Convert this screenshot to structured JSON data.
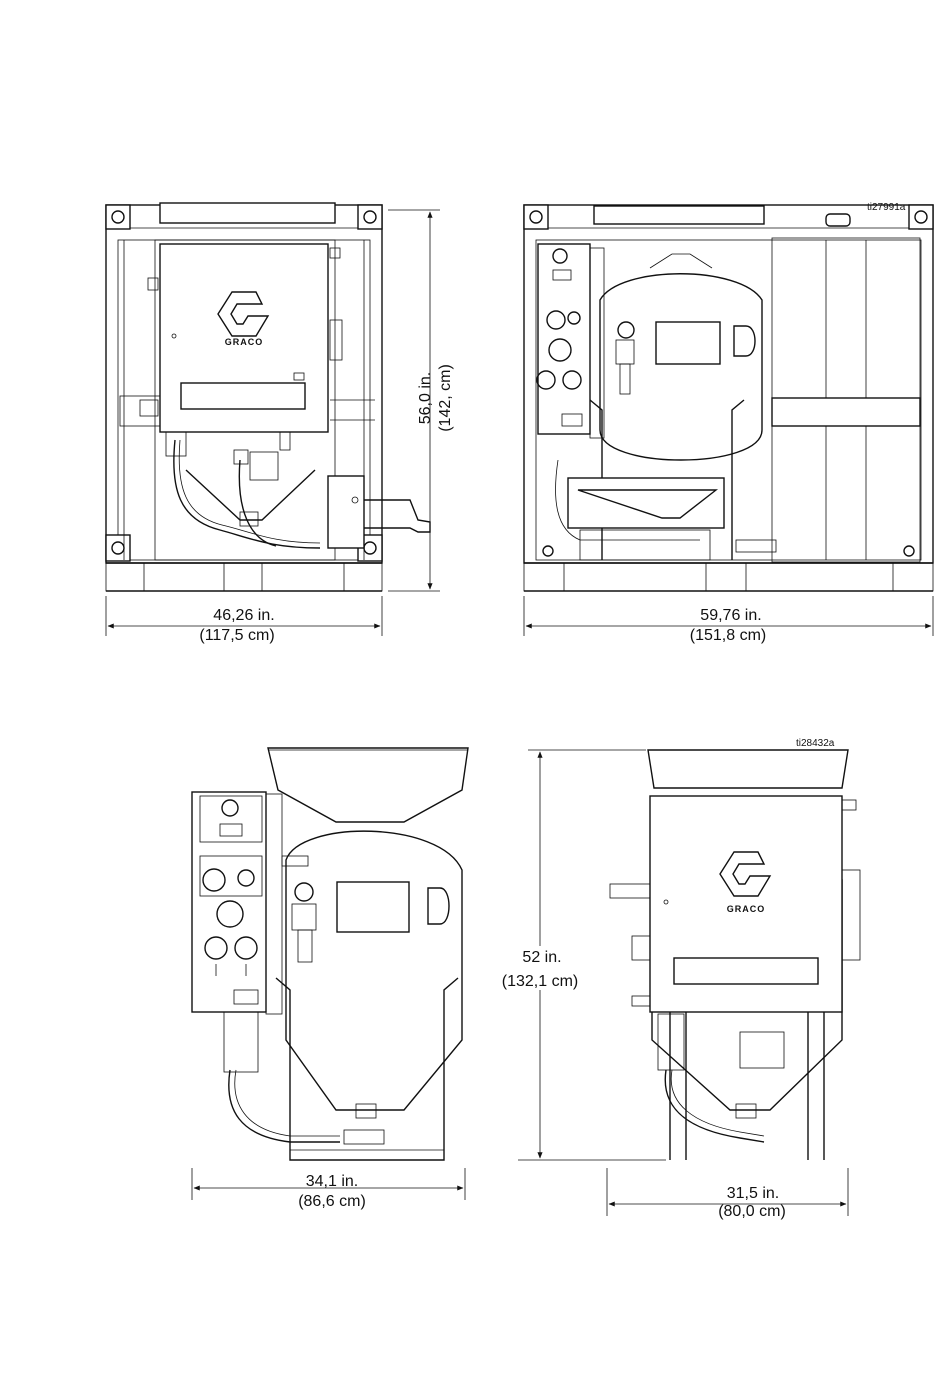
{
  "figure_refs": {
    "top": "ti27991a",
    "bottom": "ti28432a"
  },
  "logo_text": "GRACO",
  "views": {
    "top_left": {
      "width_in": "46,26 in.",
      "width_cm": "(117,5 cm)",
      "height_in": "56,0 in.",
      "height_cm": "(142, cm)"
    },
    "top_right": {
      "width_in": "59,76 in.",
      "width_cm": "(151,8 cm)"
    },
    "bottom_left": {
      "width_in": "34,1 in.",
      "width_cm": "(86,6 cm)"
    },
    "bottom_right": {
      "width_in": "31,5 in.",
      "width_cm": "(80,0 cm)",
      "height_in": "52 in.",
      "height_cm": "(132,1 cm)"
    }
  }
}
